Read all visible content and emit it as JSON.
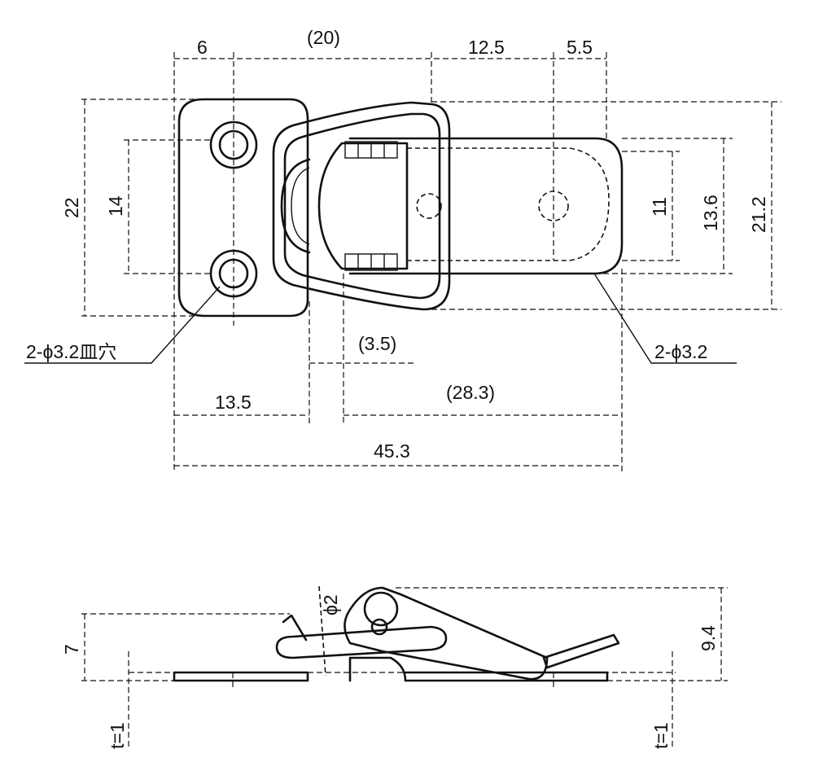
{
  "top_view": {
    "dims": {
      "hole_offset": "6",
      "body_span": "(20)",
      "hook_span": "12.5",
      "hook_hole_offset": "5.5",
      "base_height": "22",
      "hole_pitch": "14",
      "hook_hole_pitch": "11",
      "hook_width": "13.6",
      "overall_height": "21.2",
      "gap": "(3.5)",
      "base_length": "13.5",
      "hook_length": "(28.3)",
      "overall_length": "45.3"
    },
    "callouts": {
      "countersunk_holes": "2-ϕ3.2皿穴",
      "holes": "2-ϕ3.2"
    }
  },
  "side_view": {
    "dims": {
      "base_height": "7",
      "pin_diameter": "ϕ2",
      "overall_height": "9.4",
      "thickness_left": "t=1",
      "thickness_right": "t=1"
    }
  }
}
